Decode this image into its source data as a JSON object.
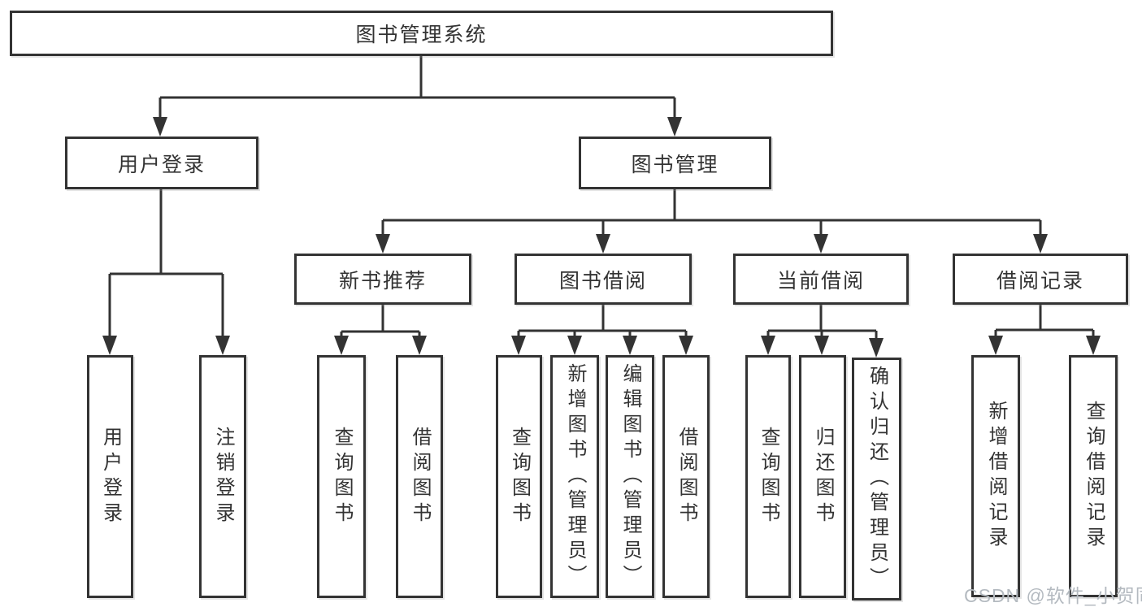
{
  "diagram": {
    "kind": "functional-structure-tree",
    "background": "#ffffff",
    "colors": {
      "line": "#333333",
      "box_border": "#333333",
      "box_fill": "#ffffff",
      "text": "#333333",
      "watermark_text_color": "#b4bac0"
    }
  },
  "tree": {
    "label": "图书管理系统",
    "children": [
      {
        "label": "用户登录",
        "children": [
          {
            "label": "用户登录"
          },
          {
            "label": "注销登录"
          }
        ]
      },
      {
        "label": "图书管理",
        "children": [
          {
            "label": "新书推荐",
            "children": [
              {
                "label": "查询图书"
              },
              {
                "label": "借阅图书"
              }
            ]
          },
          {
            "label": "图书借阅",
            "children": [
              {
                "label": "查询图书"
              },
              {
                "label": "新增图书（管理员）"
              },
              {
                "label": "编辑图书（管理员）"
              },
              {
                "label": "借阅图书"
              }
            ]
          },
          {
            "label": "当前借阅",
            "children": [
              {
                "label": "查询图书"
              },
              {
                "label": "归还图书"
              },
              {
                "label": "确认归还（管理员）"
              }
            ]
          },
          {
            "label": "借阅记录",
            "children": [
              {
                "label": "新增借阅记录"
              },
              {
                "label": "查询借阅记录"
              }
            ]
          }
        ]
      }
    ]
  },
  "watermark": {
    "text": "CSDN @软件_小贺同学"
  }
}
